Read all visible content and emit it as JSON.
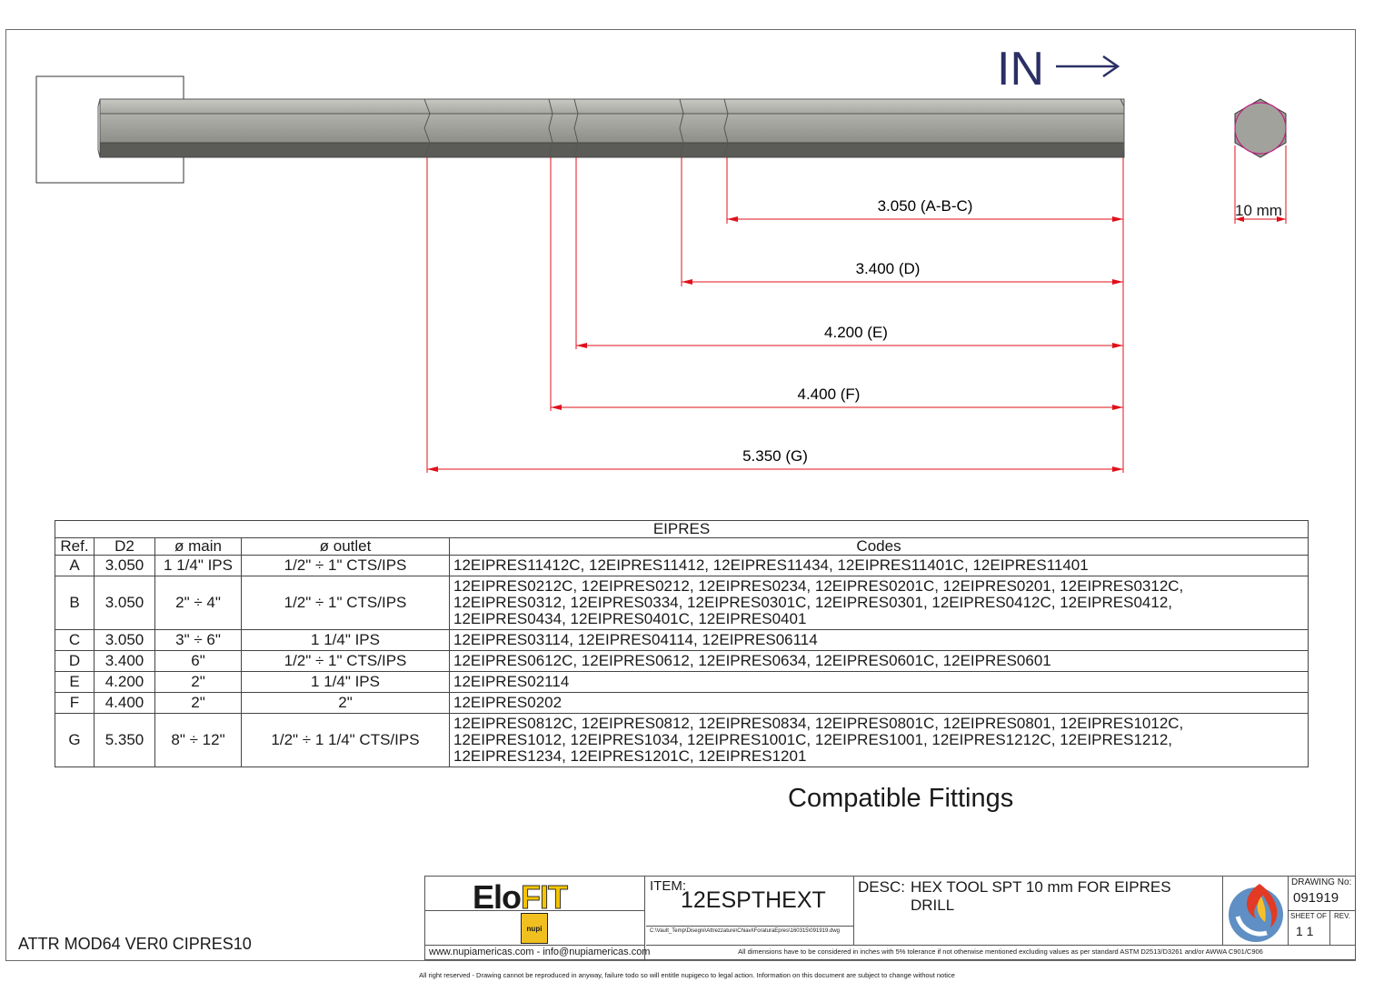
{
  "drawing": {
    "in_label": "IN",
    "hex_size_label": "10 mm",
    "dimensions": [
      {
        "label": "3.050 (A-B-C)"
      },
      {
        "label": "3.400 (D)"
      },
      {
        "label": "4.200 (E)"
      },
      {
        "label": "4.400 (F)"
      },
      {
        "label": "5.350 (G)"
      }
    ]
  },
  "table": {
    "title": "EIPRES",
    "headers": [
      "Ref.",
      "D2",
      "ø main",
      "ø outlet",
      "Codes"
    ],
    "rows": [
      {
        "ref": "A",
        "d2": "3.050",
        "main": "1 1/4\" IPS",
        "outlet": "1/2\" ÷ 1\"  CTS/IPS",
        "codes": "12EIPRES11412C, 12EIPRES11412, 12EIPRES11434, 12EIPRES11401C, 12EIPRES11401"
      },
      {
        "ref": "B",
        "d2": "3.050",
        "main": "2\" ÷ 4\"",
        "outlet": "1/2\" ÷ 1\"  CTS/IPS",
        "codes": "12EIPRES0212C, 12EIPRES0212, 12EIPRES0234, 12EIPRES0201C, 12EIPRES0201, 12EIPRES0312C,\n12EIPRES0312, 12EIPRES0334, 12EIPRES0301C, 12EIPRES0301, 12EIPRES0412C, 12EIPRES0412,\n12EIPRES0434, 12EIPRES0401C, 12EIPRES0401"
      },
      {
        "ref": "C",
        "d2": "3.050",
        "main": "3\" ÷ 6\"",
        "outlet": "1 1/4\"  IPS",
        "codes": "12EIPRES03114, 12EIPRES04114, 12EIPRES06114"
      },
      {
        "ref": "D",
        "d2": "3.400",
        "main": "6\"",
        "outlet": "1/2\" ÷ 1\"  CTS/IPS",
        "codes": "12EIPRES0612C, 12EIPRES0612, 12EIPRES0634, 12EIPRES0601C, 12EIPRES0601"
      },
      {
        "ref": "E",
        "d2": "4.200",
        "main": "2\"",
        "outlet": "1 1/4\"  IPS",
        "codes": "12EIPRES02114"
      },
      {
        "ref": "F",
        "d2": "4.400",
        "main": "2\"",
        "outlet": "2\"",
        "codes": "12EIPRES0202"
      },
      {
        "ref": "G",
        "d2": "5.350",
        "main": "8\" ÷ 12\"",
        "outlet": "1/2\" ÷ 1 1/4\"  CTS/IPS",
        "codes": "12EIPRES0812C, 12EIPRES0812, 12EIPRES0834, 12EIPRES0801C, 12EIPRES0801, 12EIPRES1012C,\n12EIPRES1012, 12EIPRES1034, 12EIPRES1001C, 12EIPRES1001, 12EIPRES1212C, 12EIPRES1212,\n12EIPRES1234, 12EIPRES1201C, 12EIPRES1201"
      }
    ]
  },
  "compatible_label": "Compatible Fittings",
  "attr_text": "ATTR MOD64 VER0 CIPRES10",
  "title_block": {
    "logo_elo": "Elo",
    "logo_fit": "FIT",
    "logo_box_text": "nupi",
    "website": "www.nupiamericas.com - info@nupiamericas.com",
    "item_label": "ITEM:",
    "item_value": "12ESPTHEXT",
    "item_path": "C:\\Vault_Temp\\Disegni\\Attrezzature\\Chiavi\\ForaturaEpres\\160315\\091919.dwg",
    "desc_label": "DESC:",
    "desc_text": "HEX TOOL SPT 10 mm FOR EIPRES DRILL",
    "disclaimer": "All dimensions have to be considered in inches with 5% tolerance if not otherwise mentioned excluding values as per standard ASTM D2513/D3261 and/or AWWA C901/C906",
    "drawing_no_label": "DRAWING No:",
    "drawing_no": "091919",
    "sheet_label": "SHEET OF",
    "rev_label": "REV.",
    "sheet_value": "1  1"
  },
  "footer_note": "All right reserved - Drawing cannot be reproduced in anyway, failure todo so will entitle nupigeco to legal action. Information on this document are subject to change without notice",
  "colors": {
    "dimension": "#e0101a",
    "tool_light": "#a8a8a2",
    "tool_dark": "#5a5a56"
  }
}
